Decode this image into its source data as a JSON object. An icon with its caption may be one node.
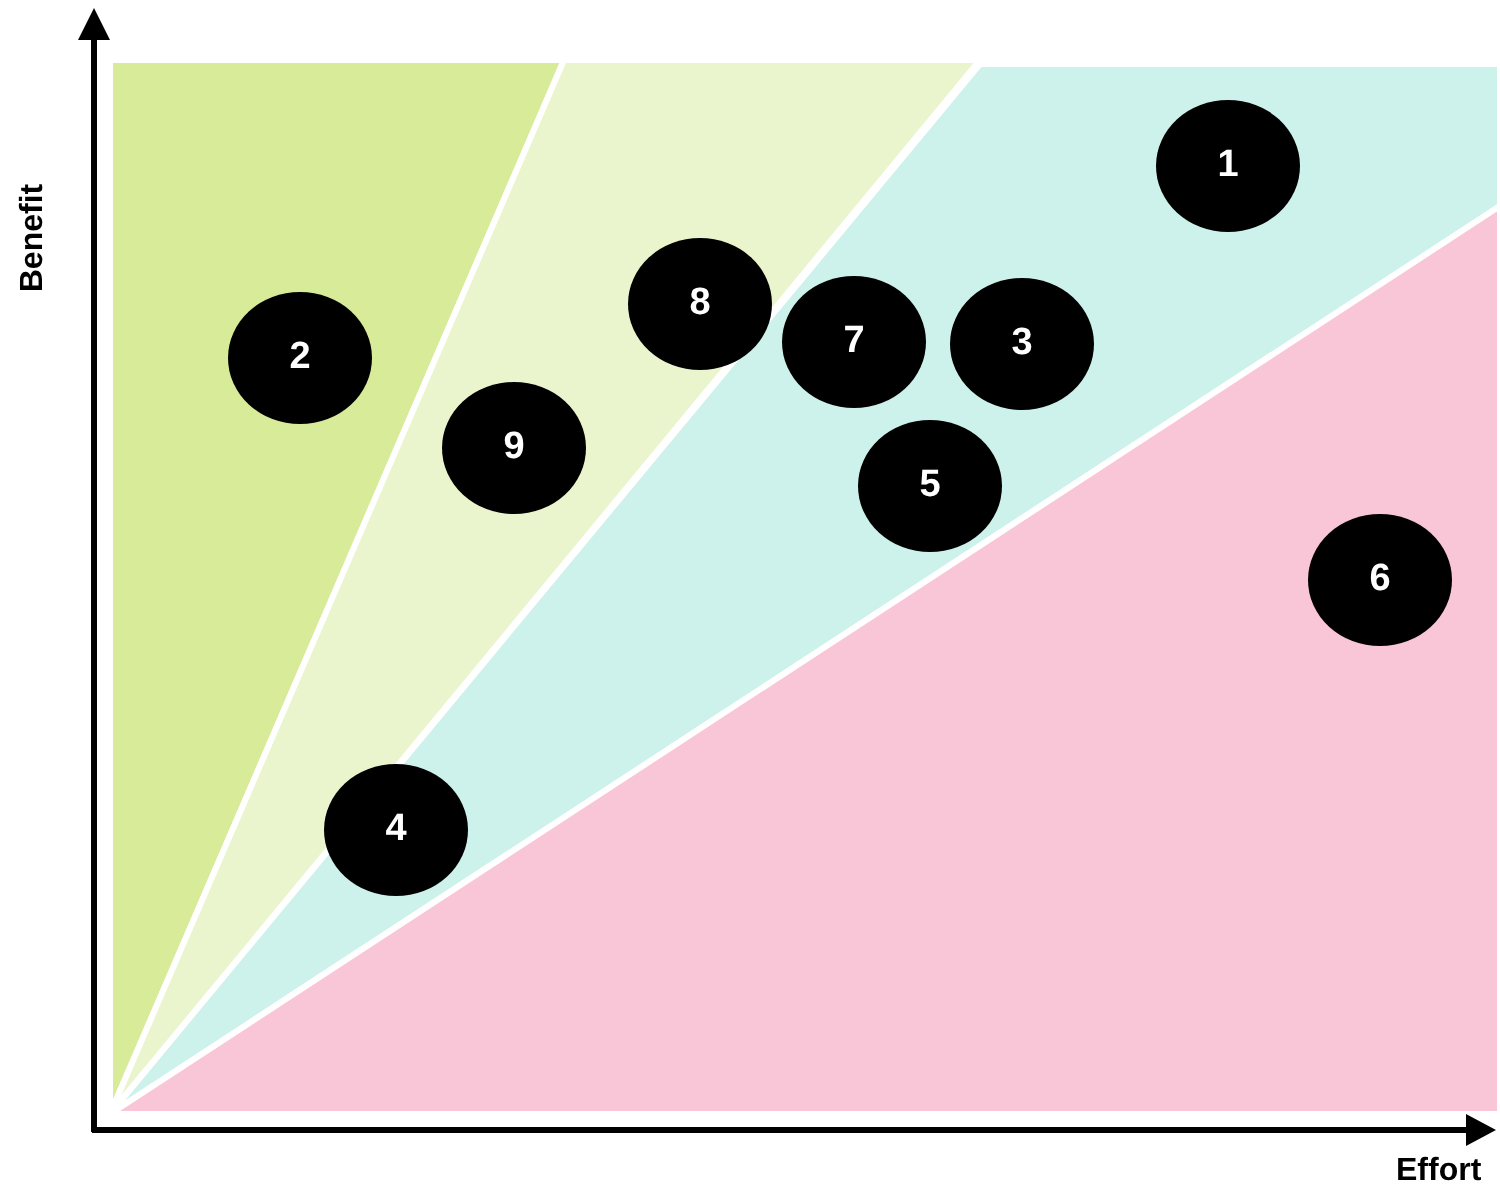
{
  "diagram": {
    "nodes": [
      {
        "text": [
          "1"
        ]
      },
      {
        "text": [
          "8"
        ]
      },
      {
        "text": [
          "7"
        ]
      },
      {
        "text": [
          "3"
        ]
      },
      {
        "text": [
          "2"
        ]
      },
      {
        "text": [
          "9"
        ]
      },
      {
        "text": [
          "5"
        ]
      },
      {
        "text": [
          "6"
        ]
      },
      {
        "text": [
          "4"
        ]
      }
    ],
    "labels": [
      "Benefit",
      "Effort"
    ]
  }
}
